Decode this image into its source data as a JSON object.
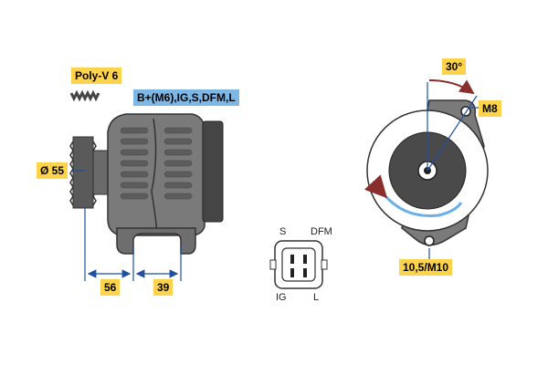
{
  "labels": {
    "belt": "Poly-V 6",
    "connections": "B+(M6),IG,S,DFM,L",
    "pulley_diameter": "Ø 55",
    "dim_a": "56",
    "dim_b": "39",
    "angle": "30°",
    "thread": "M8",
    "mount": "10,5/M10"
  },
  "connector_pins": {
    "top_left": "S",
    "top_right": "DFM",
    "bottom_left": "IG",
    "bottom_right": "L"
  },
  "colors": {
    "label_yellow": "#fcd34a",
    "label_blue": "#7db7e6",
    "dimension_blue": "#1f4f9e",
    "angle_arc": "#8a2d2d",
    "body_gray": "#7a7a7a",
    "dark_gray": "#4a4a4a"
  }
}
